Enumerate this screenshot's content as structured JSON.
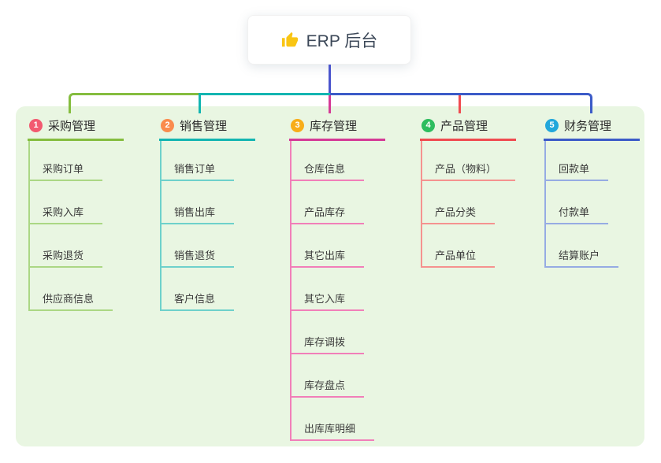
{
  "canvas": {
    "background": "#ffffff",
    "panel_color": "#e9f6e2"
  },
  "root": {
    "title": "ERP 后台",
    "icon": "thumbs-up-icon",
    "icon_color": "#f9c513",
    "stem_color": "#4b55cd"
  },
  "branches": [
    {
      "num": "1",
      "title": "采购管理",
      "badge_color": "#f25a70",
      "line_color": "#85bd3f",
      "light_line_color": "#abd784",
      "children": [
        "采购订单",
        "采购入库",
        "采购退货",
        "供应商信息"
      ]
    },
    {
      "num": "2",
      "title": "销售管理",
      "badge_color": "#fa8c4d",
      "line_color": "#13b5b1",
      "light_line_color": "#6ed1cb",
      "children": [
        "销售订单",
        "销售出库",
        "销售退货",
        "客户信息"
      ]
    },
    {
      "num": "3",
      "title": "库存管理",
      "badge_color": "#f8ad18",
      "line_color": "#d53a96",
      "light_line_color": "#f17fb9",
      "children": [
        "仓库信息",
        "产品库存",
        "其它出库",
        "其它入库",
        "库存调拨",
        "库存盘点",
        "出库库明细"
      ]
    },
    {
      "num": "4",
      "title": "产品管理",
      "badge_color": "#2ebd5f",
      "line_color": "#f04b50",
      "light_line_color": "#f5928f",
      "children": [
        "产品（物料）",
        "产品分类",
        "产品单位"
      ]
    },
    {
      "num": "5",
      "title": "财务管理",
      "badge_color": "#22a7db",
      "line_color": "#3c5bc8",
      "light_line_color": "#96abe3",
      "children": [
        "回款单",
        "付款单",
        "结算账户"
      ]
    }
  ]
}
